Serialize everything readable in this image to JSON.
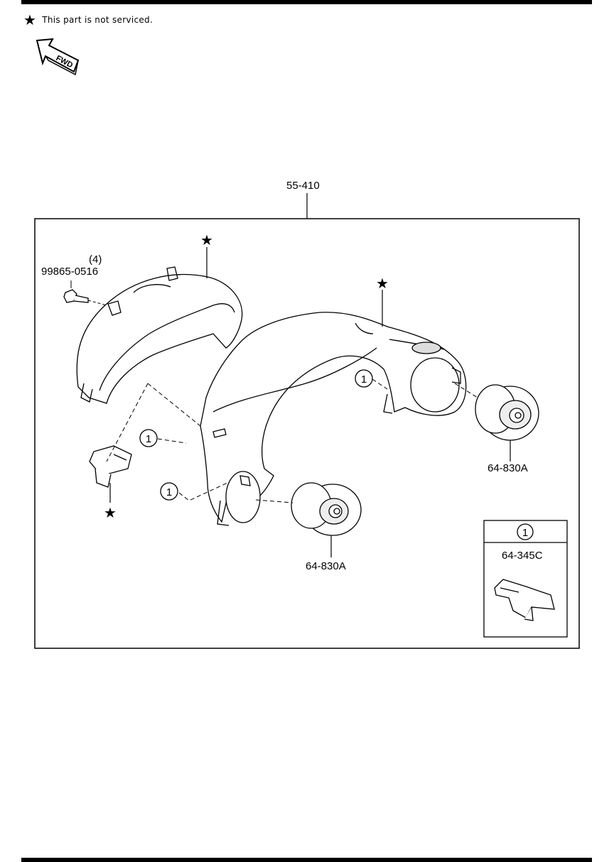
{
  "header": {
    "legend_symbol": "★",
    "legend_text": "This part is not serviced.",
    "fwd_label": "FWD"
  },
  "diagram": {
    "assembly_part": "55-410",
    "bolt_qty": "(4)",
    "bolt_part": "99865-0516",
    "speaker_upper_part": "64-830A",
    "speaker_lower_part": "64-830A",
    "callout_number": "1",
    "legend_box": {
      "callout": "1",
      "part": "64-345C"
    },
    "star": "★"
  }
}
